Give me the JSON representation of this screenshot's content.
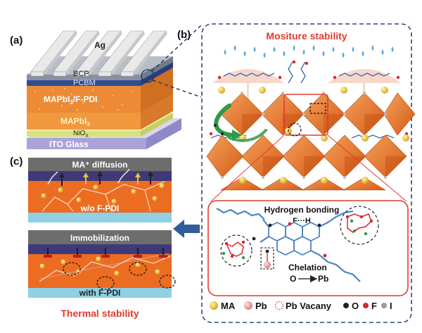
{
  "panels": {
    "a": {
      "tag": "(a)",
      "layers": {
        "ag": "Ag",
        "bcp": "BCP",
        "pcbm": "PCBM",
        "active_main": "MAPbI",
        "active_sub": "3",
        "active_suffix": "/F-PDI",
        "perov_main": "MAPbI",
        "perov_sub": "3",
        "nio_main": "NiO",
        "nio_sub": "X",
        "ito": "ITO Glass"
      }
    },
    "b": {
      "tag": "(b)",
      "title": "Mositure stability",
      "inset": {
        "hbond_title": "Hydrogen bonding",
        "hbond_sub": "F···H",
        "chelation_title": "Chelation",
        "chelation_o": "O",
        "chelation_pb": "Pb"
      },
      "legend": [
        {
          "label": "MA",
          "color": "#f2c12e",
          "symbol": "sphere"
        },
        {
          "label": "Pb",
          "color": "#f0a0a0",
          "symbol": "sphere"
        },
        {
          "label": "Pb Vacany",
          "color": "#e35050",
          "symbol": "vacancy"
        },
        {
          "label": "O",
          "color": "#222222",
          "symbol": "dot"
        },
        {
          "label": "F",
          "color": "#d8262e",
          "symbol": "dot"
        },
        {
          "label": "I",
          "color": "#9a9a9a",
          "symbol": "dot"
        }
      ]
    },
    "c": {
      "tag": "(c)",
      "top_title": "MA⁺ diffusion",
      "top_caption": "w/o F-PDI",
      "bottom_title": "Immobilization",
      "bottom_caption": "with F-PDI",
      "footer": "Thermal stability"
    }
  },
  "colors": {
    "accent_red": "#e23a2e",
    "frame_blue": "#2b4a7a",
    "perovskite_orange": "#e8742a",
    "arrow_blue": "#2f5d9c"
  }
}
